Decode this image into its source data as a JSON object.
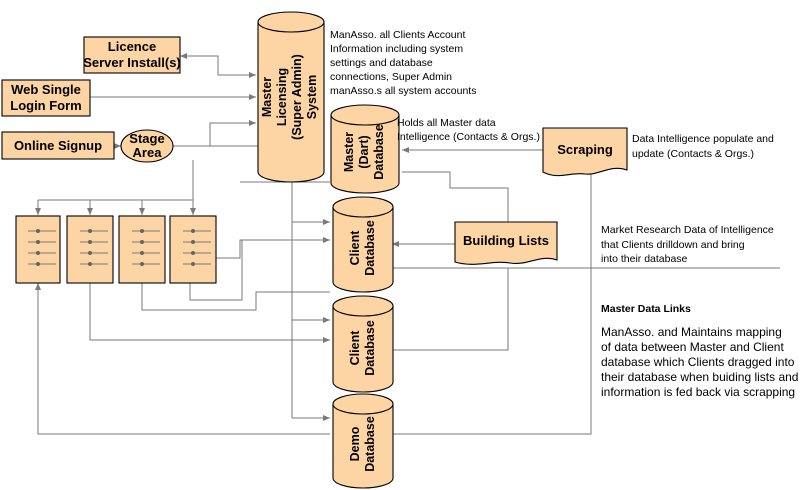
{
  "boxes": {
    "licence": [
      "Licence",
      "Server Install(s)"
    ],
    "web_login": [
      "Web Single",
      "Login Form"
    ],
    "online_signup": "Online Signup",
    "stage_area": [
      "Stage",
      "Area"
    ],
    "scraping": "Scraping",
    "building_lists": "Building Lists"
  },
  "databases": {
    "master_licensing": [
      "Master",
      "Licensing",
      "(Super Admin)",
      "System"
    ],
    "master_dart": [
      "Master",
      "(Dart)",
      "Database"
    ],
    "client_1": [
      "Client",
      "Database"
    ],
    "client_2": [
      "Client",
      "Database"
    ],
    "demo": [
      "Demo",
      "Database"
    ]
  },
  "notes": {
    "licensing": [
      "ManAsso. all Clients Account",
      "Information including system",
      "settings and database",
      "connections, Super Admin",
      "manAsso.s all system accounts"
    ],
    "master_data": [
      "Holds all Master data",
      "Intelligence (Contacts & Orgs.)"
    ],
    "scraping": [
      "Data Intelligence populate and",
      "update (Contacts & Orgs.)"
    ],
    "market_research": [
      "Market Research Data of Intelligence",
      "that Clients drilldown and bring",
      "into their database"
    ],
    "links_heading": "Master Data Links",
    "links_body": [
      "ManAsso. and Maintains mapping",
      "of data between Master and Client",
      "database which Clients dragged into",
      "their database when buiding lists and",
      "information is fed back via scrapping"
    ]
  },
  "colors": {
    "fill": "#fdd4a3",
    "stroke": "#000000",
    "connector": "#7a7a7a"
  }
}
